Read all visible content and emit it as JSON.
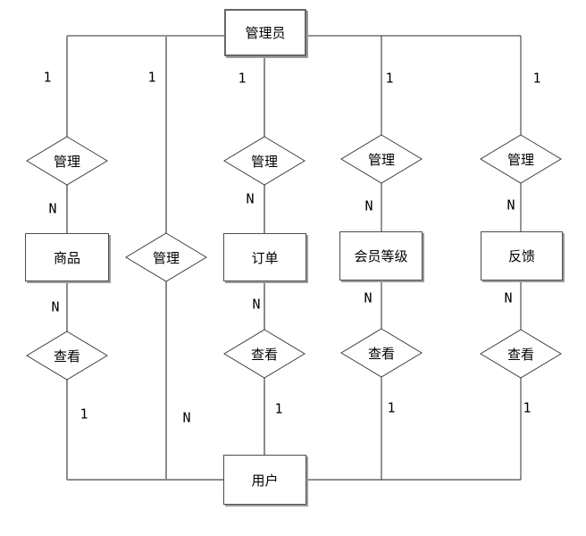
{
  "diagram": {
    "entities": {
      "admin": "管理员",
      "product": "商品",
      "order": "订单",
      "member_level": "会员等级",
      "feedback": "反馈",
      "user": "用户"
    },
    "relationships": {
      "manage": "管理",
      "view": "查看"
    },
    "cardinalities": {
      "one": "1",
      "many": "N"
    },
    "colors": {
      "background": "#ffffff",
      "shape_fill": "#ffffff",
      "shape_border": "#4d4d4d",
      "shadow": "#9c9c9c",
      "line_gray": "#8c8c8c",
      "line_dark": "#2b2b2b",
      "text": "#000000"
    }
  }
}
